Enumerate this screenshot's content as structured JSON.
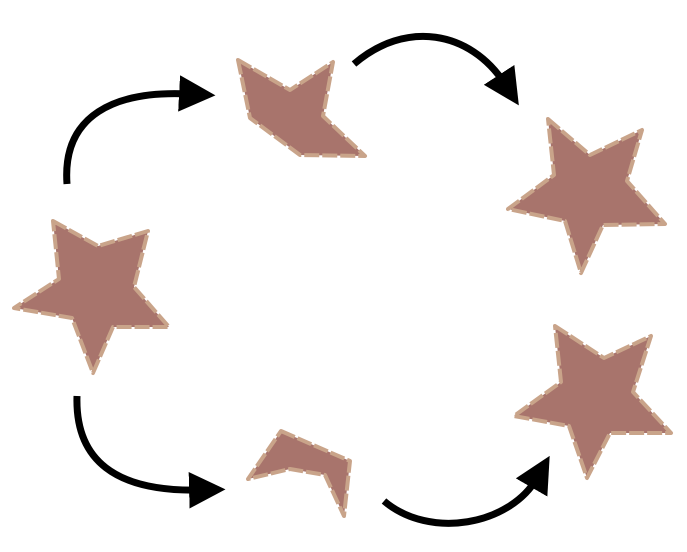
{
  "colors": {
    "shape_fill": "#a8746c",
    "shape_edge": "#c9a48a",
    "arrow": "#000000",
    "background": "#ffffff"
  },
  "shapes": [
    {
      "name": "star-left",
      "icon": "star-icon",
      "variant": "full-star",
      "rotation": 0
    },
    {
      "name": "shape-top-middle",
      "icon": "star-fragment-icon",
      "variant": "star-fragment",
      "rotation": 180
    },
    {
      "name": "star-top-right",
      "icon": "star-icon",
      "variant": "full-star",
      "rotation": 0
    },
    {
      "name": "shape-bottom-middle",
      "icon": "chevron-fragment-icon",
      "variant": "chevron-fragment",
      "rotation": 0
    },
    {
      "name": "star-bottom-right",
      "icon": "star-icon",
      "variant": "full-star",
      "rotation": 0
    }
  ],
  "arrows": [
    {
      "name": "arrow-left-to-top",
      "from": "star-left",
      "to": "shape-top-middle",
      "icon": "curved-arrow-icon"
    },
    {
      "name": "arrow-top-middle-to-top-right",
      "from": "shape-top-middle",
      "to": "star-top-right",
      "icon": "curved-arrow-icon"
    },
    {
      "name": "arrow-left-to-bottom",
      "from": "star-left",
      "to": "shape-bottom-middle",
      "icon": "curved-arrow-icon"
    },
    {
      "name": "arrow-bottom-middle-to-bottom-right",
      "from": "shape-bottom-middle",
      "to": "star-bottom-right",
      "icon": "curved-arrow-icon"
    }
  ]
}
